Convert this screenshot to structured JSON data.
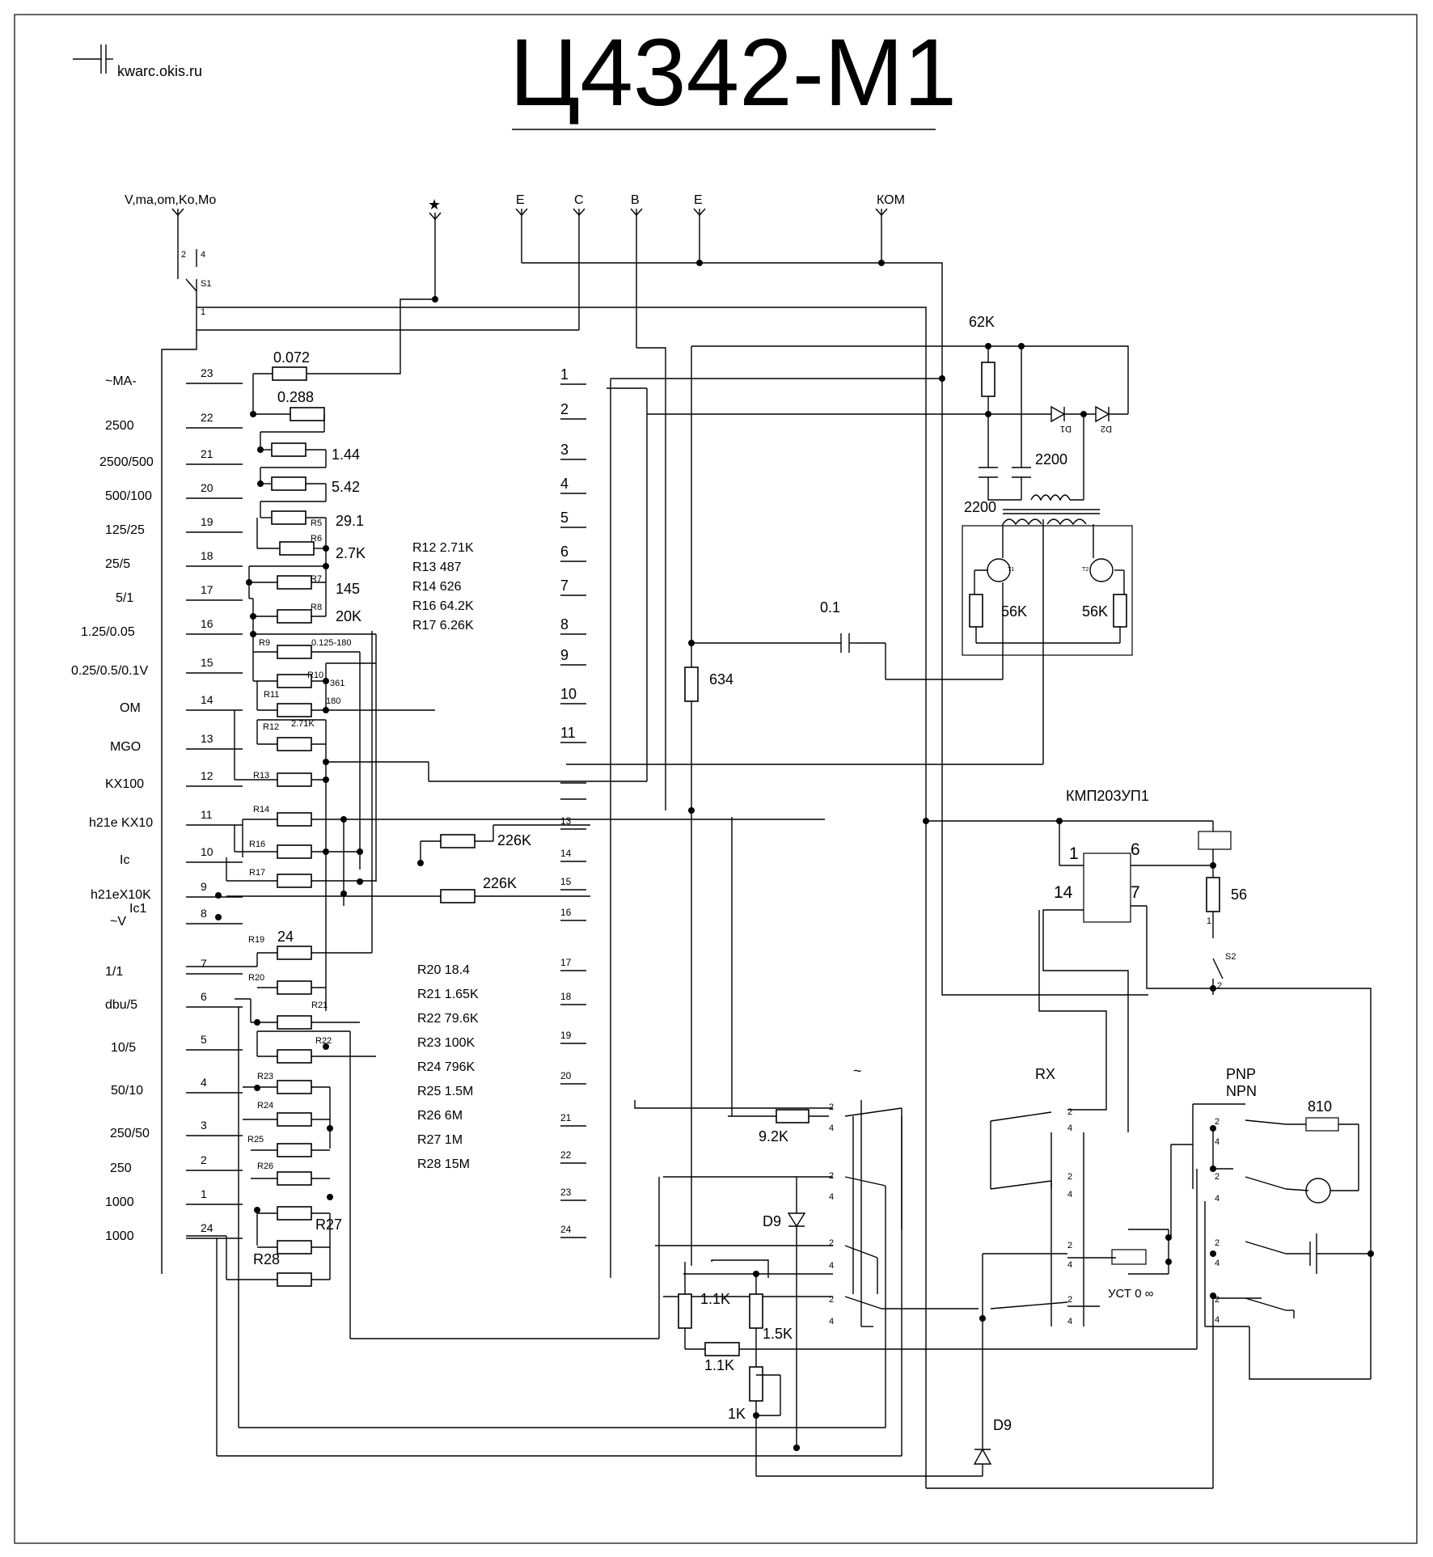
{
  "title": "Ц4342-М1",
  "site": "kwarc.okis.ru",
  "terminals": [
    "V,ma,om,Ko,Mo",
    "★",
    "E",
    "C",
    "B",
    "E",
    "КОМ"
  ],
  "switch_s1": {
    "name": "S1",
    "pins": [
      "2",
      "4",
      "1"
    ]
  },
  "switch_s2": {
    "name": "S2",
    "pins": [
      "1",
      "2"
    ]
  },
  "ranges": [
    {
      "label": "~MA-",
      "pos": "23"
    },
    {
      "label": "2500",
      "pos": "22"
    },
    {
      "label": "2500/500",
      "pos": "21"
    },
    {
      "label": "500/100",
      "pos": "20"
    },
    {
      "label": "125/25",
      "pos": "19"
    },
    {
      "label": "25/5",
      "pos": "18"
    },
    {
      "label": "5/1",
      "pos": "17"
    },
    {
      "label": "1.25/0.05",
      "pos": "16"
    },
    {
      "label": "0.25/0.5/0.1V",
      "pos": "15"
    },
    {
      "label": "OM",
      "pos": "14"
    },
    {
      "label": "MGO",
      "pos": "13"
    },
    {
      "label": "KX100",
      "pos": "12"
    },
    {
      "label": "h21e KX10",
      "pos": "11"
    },
    {
      "label": "Ic",
      "pos": "10"
    },
    {
      "label": "h21eX10K",
      "pos": "9"
    },
    {
      "label": "Ic1",
      "pos": ""
    },
    {
      "label": "~V",
      "pos": "8"
    },
    {
      "label": "1/1",
      "pos": "7"
    },
    {
      "label": "dbu/5",
      "pos": "6"
    },
    {
      "label": "10/5",
      "pos": "5"
    },
    {
      "label": "50/10",
      "pos": "4"
    },
    {
      "label": "250/50",
      "pos": "3"
    },
    {
      "label": "250",
      "pos": "2"
    },
    {
      "label": "1000",
      "pos": "1"
    },
    {
      "label": "1000",
      "pos": "24"
    }
  ],
  "shunt_values": [
    "0.072",
    "0.288",
    "1.44",
    "5.42",
    "29.1",
    "2.7K",
    "145",
    "20K",
    "0.125-180",
    "361",
    "180",
    "2.71K",
    "24"
  ],
  "resistor_names": [
    "R5",
    "R6",
    "R7",
    "R8",
    "R9",
    "R10",
    "R11",
    "R12",
    "R13",
    "R14",
    "R16",
    "R17",
    "R19",
    "R20",
    "R21",
    "R22",
    "R23",
    "R24",
    "R25",
    "R26",
    "R27",
    "R28"
  ],
  "values_table_1": [
    "R12 2.71K",
    "R13 487",
    "R14  626",
    "R16  64.2K",
    "R17  6.26K"
  ],
  "values_table_2": [
    "R20  18.4",
    "R21  1.65K",
    "R22  79.6K",
    "R23  100K",
    "R24  796K",
    "R25  1.5M",
    "R26  6M",
    "R27    1M",
    "R28  15M"
  ],
  "right_pins": [
    "1",
    "2",
    "3",
    "4",
    "5",
    "6",
    "7",
    "8",
    "9",
    "10",
    "11",
    "",
    "",
    "13",
    "14",
    "15",
    "16",
    "17",
    "18",
    "19",
    "20",
    "21",
    "22",
    "23",
    "24"
  ],
  "res_226k": "226K",
  "osc": {
    "r62k": "62K",
    "d1": "D1",
    "d2": "D2",
    "c2200a": "2200",
    "c2200b": "2200",
    "t1": "T1",
    "t2": "T2",
    "r56ka": "56K",
    "r56kb": "56K",
    "c01": "0.1",
    "r634": "634"
  },
  "ic": {
    "name": "КМП203УП1",
    "pin1": "1",
    "pin6": "6",
    "pin14": "14",
    "pin7": "7",
    "r56": "56"
  },
  "bottom": {
    "tilde": "~",
    "r92k": "9.2K",
    "d9a": "D9",
    "r11ka": "1.1K",
    "r15k": "1.5K",
    "r11kb": "1.1K",
    "r1k": "1K",
    "d9b": "D9",
    "rx": "RX",
    "pnp": "PNP",
    "npn": "NPN",
    "r810": "810",
    "ust": "УСТ 0  ∞"
  }
}
